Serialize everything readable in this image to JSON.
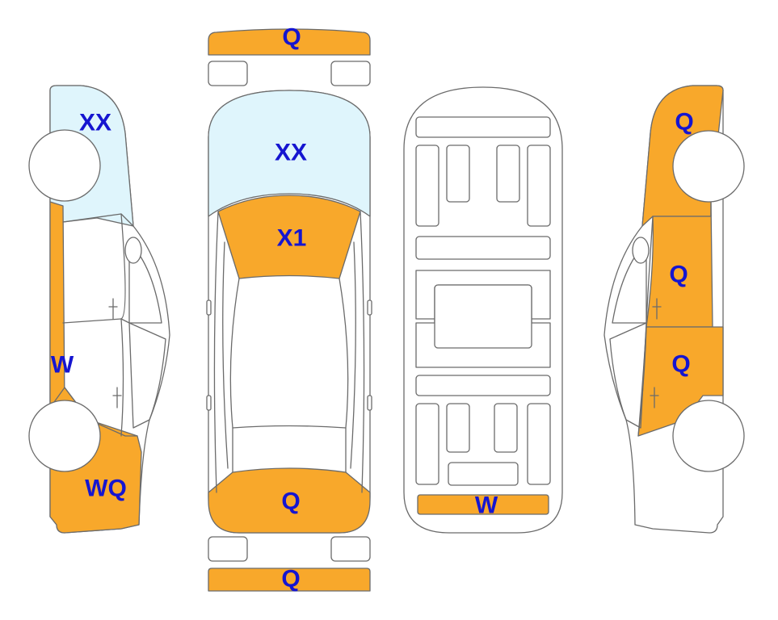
{
  "colors": {
    "damage_fill": "#F8A82B",
    "glass_fill": "#DFF5FC",
    "label_color": "#1515D0",
    "outline": "#6b6b6b"
  },
  "views": {
    "left_side": {
      "windshield_code": "XX",
      "rocker_code": "W",
      "rear_quarter_code": "WQ"
    },
    "top": {
      "front_bumper_code": "Q",
      "windshield_code": "XX",
      "hood_code": "X1",
      "trunk_code": "Q",
      "rear_bumper_code": "Q"
    },
    "underbody": {
      "rear_crossmember_code": "W"
    },
    "right_side": {
      "front_fender_code": "Q",
      "front_door_code": "Q",
      "rear_door_code": "Q"
    }
  }
}
